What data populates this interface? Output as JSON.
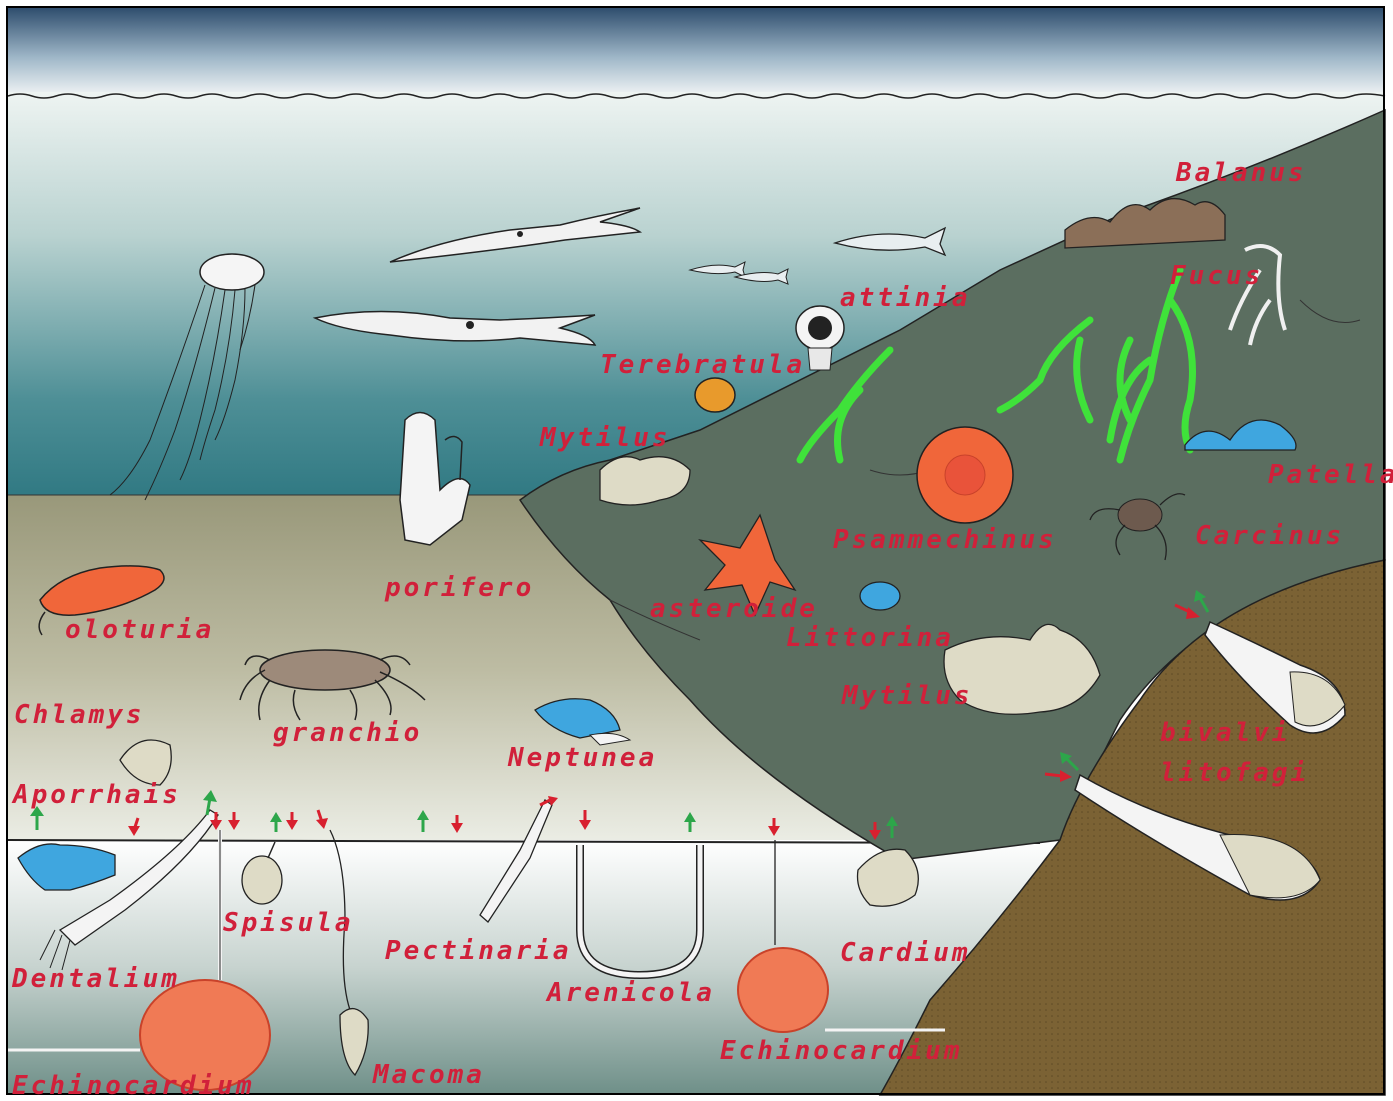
{
  "labels": {
    "balanus": "Balanus",
    "fucus": "Fucus",
    "attinia": "attinia",
    "terebratula": "Terebratula",
    "mytilus_top": "Mytilus",
    "patella": "Patella",
    "psammechinus": "Psammechinus",
    "carcinus": "Carcinus",
    "porifero": "porifero",
    "oloturia": "oloturia",
    "asteroide": "asteroide",
    "littorina": "Littorina",
    "mytilus_mid": "Mytilus",
    "chlamys": "Chlamys",
    "granchio": "granchio",
    "neptunea": "Neptunea",
    "bivalvi_litofagi_1": "bivalvi",
    "bivalvi_litofagi_2": "litofagi",
    "aporrhais": "Aporrhais",
    "spisula": "Spisula",
    "pectinaria": "Pectinaria",
    "cardium": "Cardium",
    "dentalium": "Dentalium",
    "arenicola": "Arenicola",
    "echinocardium_right": "Echinocardium",
    "macoma": "Macoma",
    "echinocardium_left": "Echinocardium"
  },
  "colors": {
    "label_red": "#d1203a",
    "arrow_red": "#d8202f",
    "arrow_green": "#2da64a",
    "algae_green": "#3fe23a",
    "starfish_orange": "#f0663a",
    "snail_blue": "#3fa6df",
    "rock_green": "#5b6e60",
    "sediment_brown": "#7b6234",
    "seafloor_olive": "#a9a887"
  }
}
